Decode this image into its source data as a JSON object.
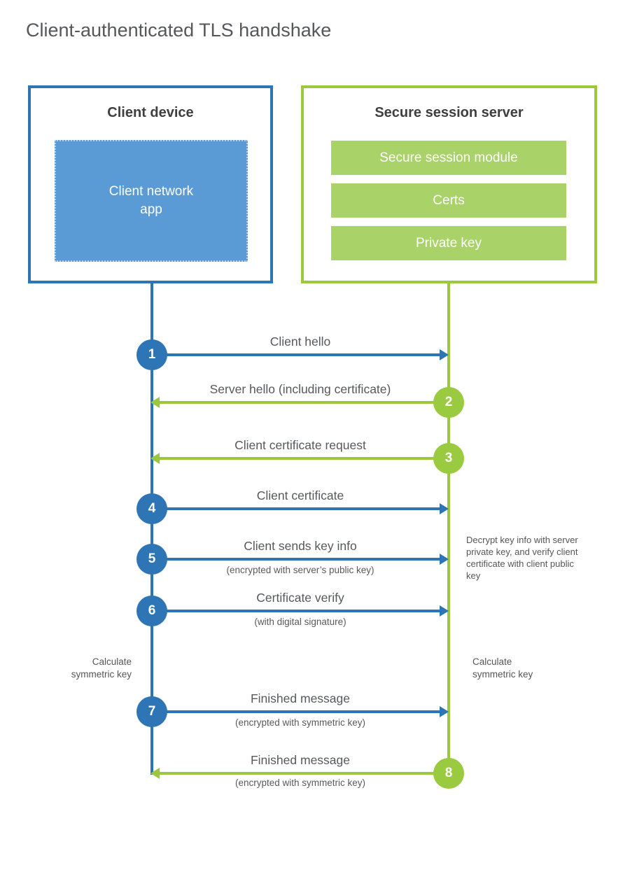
{
  "title": "Client-authenticated TLS handshake",
  "colors": {
    "blue": "#2e75b6",
    "blue_light": "#5b9bd5",
    "green": "#9cc83e",
    "green_light": "#a9d268",
    "text_gray": "#595959",
    "heading_gray": "#3f3f3f"
  },
  "client": {
    "heading": "Client device",
    "app_line1": "Client network",
    "app_line2": "app"
  },
  "server": {
    "heading": "Secure session server",
    "modules": [
      "Secure session module",
      "Certs",
      "Private key"
    ]
  },
  "steps": [
    {
      "number": "1",
      "label": "Client hello",
      "direction": "right",
      "color": "blue"
    },
    {
      "number": "2",
      "label": "Server hello (including certificate)",
      "direction": "left",
      "color": "green"
    },
    {
      "number": "3",
      "label": "Client certificate request",
      "direction": "left",
      "color": "green"
    },
    {
      "number": "4",
      "label": "Client certificate",
      "direction": "right",
      "color": "blue"
    },
    {
      "number": "5",
      "label": "Client sends key info",
      "sublabel": "(encrypted with server’s public key)",
      "direction": "right",
      "color": "blue"
    },
    {
      "number": "6",
      "label": "Certificate verify",
      "sublabel": "(with digital signature)",
      "direction": "right",
      "color": "blue"
    },
    {
      "number": "7",
      "label": "Finished message",
      "sublabel": "(encrypted with symmetric key)",
      "direction": "right",
      "color": "blue"
    },
    {
      "number": "8",
      "label": "Finished message",
      "sublabel": "(encrypted with symmetric key)",
      "direction": "left",
      "color": "green"
    }
  ],
  "annotations": {
    "decrypt_note": "Decrypt key info with server private key, and verify client certificate with client public key",
    "calc_left": "Calculate symmetric key",
    "calc_right": "Calculate symmetric key"
  }
}
